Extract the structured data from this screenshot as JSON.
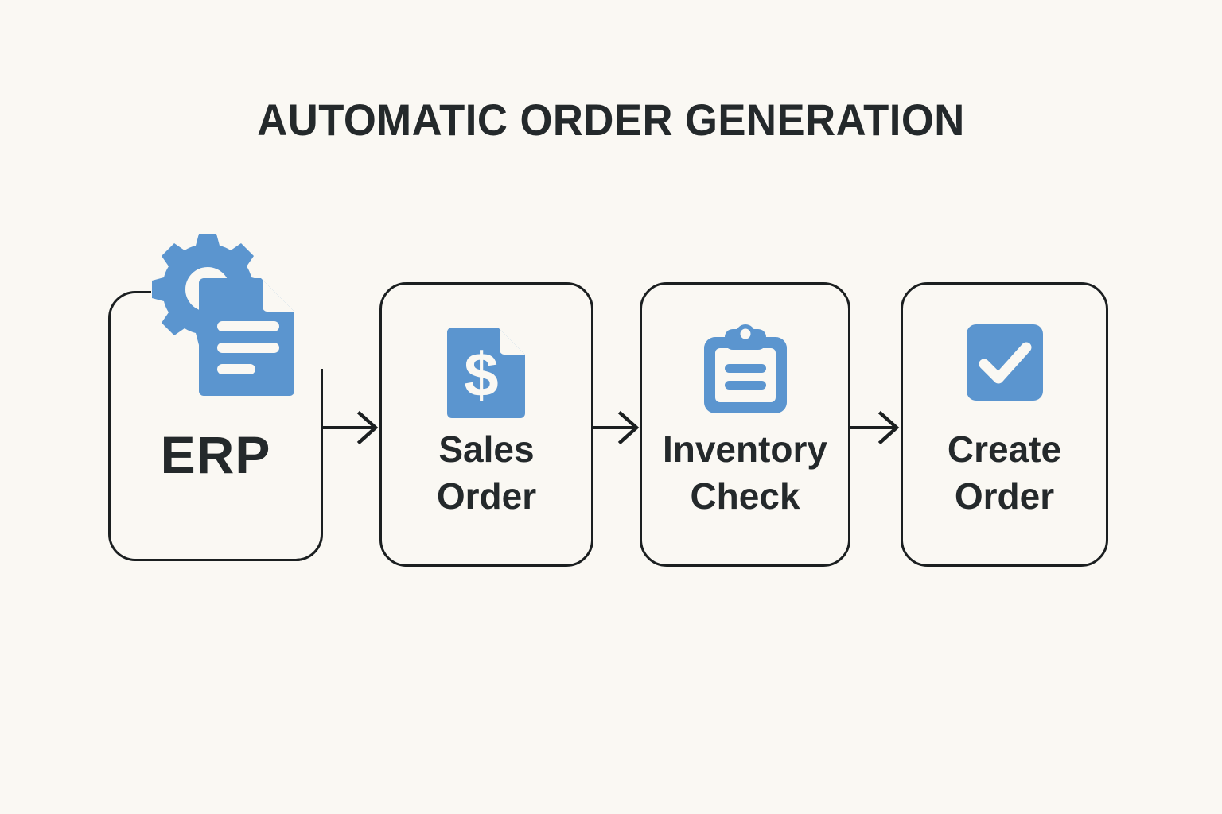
{
  "title": "AUTOMATIC ORDER GENERATION",
  "colors": {
    "background": "#faf8f3",
    "stroke": "#1b1f20",
    "text": "#24292b",
    "accent_blue": "#5b95cf"
  },
  "flow": {
    "nodes": [
      {
        "id": "erp",
        "label": "ERP",
        "icon": "gear-document-icon"
      },
      {
        "id": "sales-order",
        "label": "Sales\nOrder",
        "icon": "dollar-document-icon"
      },
      {
        "id": "inventory-check",
        "label": "Inventory\nCheck",
        "icon": "clipboard-icon"
      },
      {
        "id": "create-order",
        "label": "Create\nOrder",
        "icon": "check-square-icon"
      }
    ],
    "connectors": [
      {
        "id": "arrow-1",
        "from": "erp",
        "to": "sales-order",
        "icon": "arrow-right-icon"
      },
      {
        "id": "arrow-2",
        "from": "sales-order",
        "to": "inventory-check",
        "icon": "arrow-right-icon"
      },
      {
        "id": "arrow-3",
        "from": "inventory-check",
        "to": "create-order",
        "icon": "arrow-right-icon"
      }
    ]
  }
}
